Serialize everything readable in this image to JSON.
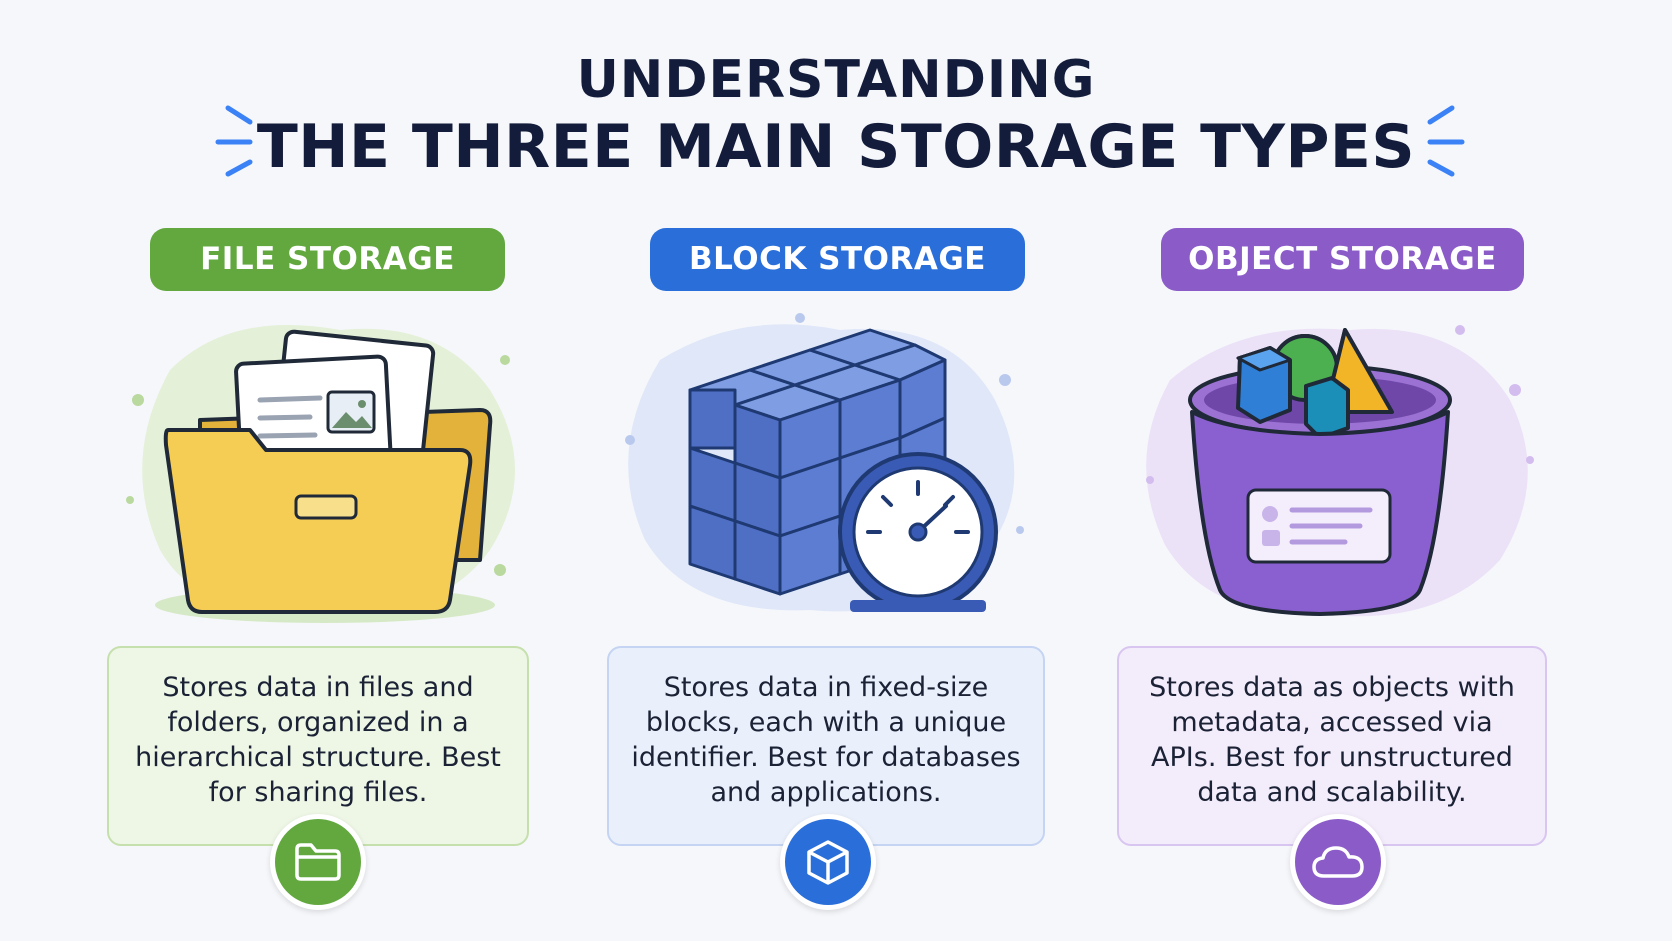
{
  "title": {
    "line1": "UNDERSTANDING",
    "line2": "THE THREE MAIN STORAGE TYPES"
  },
  "colors": {
    "title": "#131c3a",
    "file": "#62a83f",
    "block": "#2a6fd9",
    "object": "#8b5cc8",
    "accent": "#3b82f6"
  },
  "columns": [
    {
      "key": "file",
      "label": "FILE STORAGE",
      "description": "Stores data in files and folders, organized in a hierarchical structure. Best for sharing files.",
      "icon": "folder-icon"
    },
    {
      "key": "block",
      "label": "BLOCK STORAGE",
      "description": "Stores data in fixed-size blocks, each with a unique identifier. Best for databases and applications.",
      "icon": "cube-icon"
    },
    {
      "key": "object",
      "label": "OBJECT STORAGE",
      "description": "Stores data as objects with metadata, accessed via APIs. Best for unstructured data and scalability.",
      "icon": "cloud-icon"
    }
  ]
}
